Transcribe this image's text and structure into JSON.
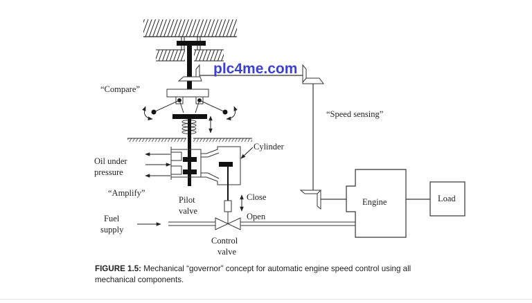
{
  "watermark": "plc4me.com",
  "labels": {
    "compare": "“Compare”",
    "speed_sensing": "“Speed sensing”",
    "cylinder": "Cylinder",
    "oil_under": "Oil under",
    "pressure": "pressure",
    "amplify": "“Amplify”",
    "pilot": "Pilot",
    "valve_pilot": "valve",
    "close": "Close",
    "open": "Open",
    "fuel": "Fuel",
    "supply": "supply",
    "control": "Control",
    "valve_control": "valve",
    "engine": "Engine",
    "load": "Load"
  },
  "caption": {
    "figure_label": "FIGURE 1.5:",
    "text_line1": " Mechanical “governor” concept for automatic engine speed control using all",
    "text_line2": "mechanical components."
  },
  "colors": {
    "line": "#333333",
    "watermark": "#3a3fd6"
  }
}
